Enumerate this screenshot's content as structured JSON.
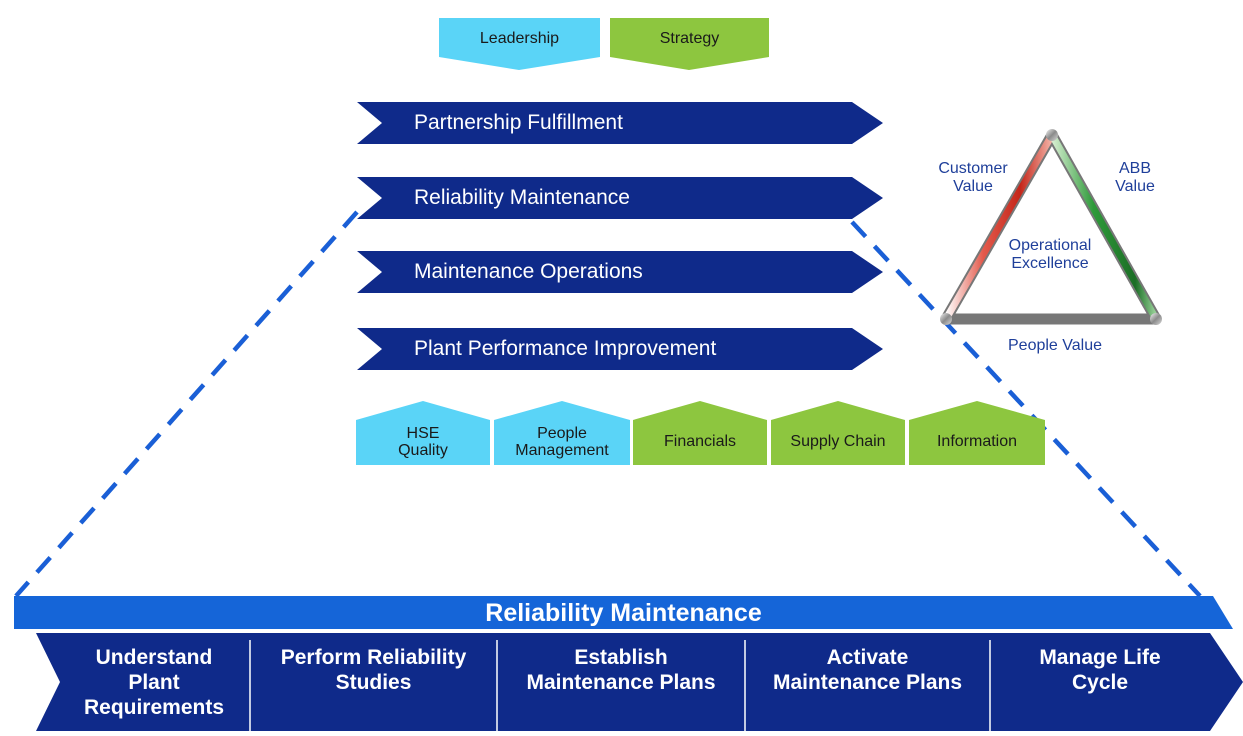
{
  "top_tags": [
    {
      "label": "Leadership",
      "color": "#5ad4f7"
    },
    {
      "label": "Strategy",
      "color": "#8dc63f"
    }
  ],
  "processes": [
    {
      "label": "Partnership Fulfillment"
    },
    {
      "label": "Reliability Maintenance"
    },
    {
      "label": "Maintenance Operations"
    },
    {
      "label": "Plant Performance Improvement"
    }
  ],
  "support_tags": [
    {
      "label": "HSE\nQuality",
      "color": "#5ad4f7"
    },
    {
      "label": "People\nManagement",
      "color": "#5ad4f7"
    },
    {
      "label": "Financials",
      "color": "#8dc63f"
    },
    {
      "label": "Supply Chain",
      "color": "#8dc63f"
    },
    {
      "label": "Information",
      "color": "#8dc63f"
    }
  ],
  "triangle": {
    "left": "Customer\nValue",
    "right": "ABB\nValue",
    "center": "Operational\nExcellence",
    "bottom": "People Value"
  },
  "detail": {
    "title": "Reliability Maintenance",
    "steps": [
      "Understand\nPlant\nRequirements",
      "Perform Reliability\nStudies",
      "Establish\nMaintenance Plans",
      "Activate\nMaintenance Plans",
      "Manage Life\nCycle"
    ]
  },
  "colors": {
    "navy": "#0f2a8a",
    "bright_blue": "#1565d8",
    "dashed": "#1a5fd6",
    "cyan": "#5ad4f7",
    "green": "#8dc63f"
  }
}
